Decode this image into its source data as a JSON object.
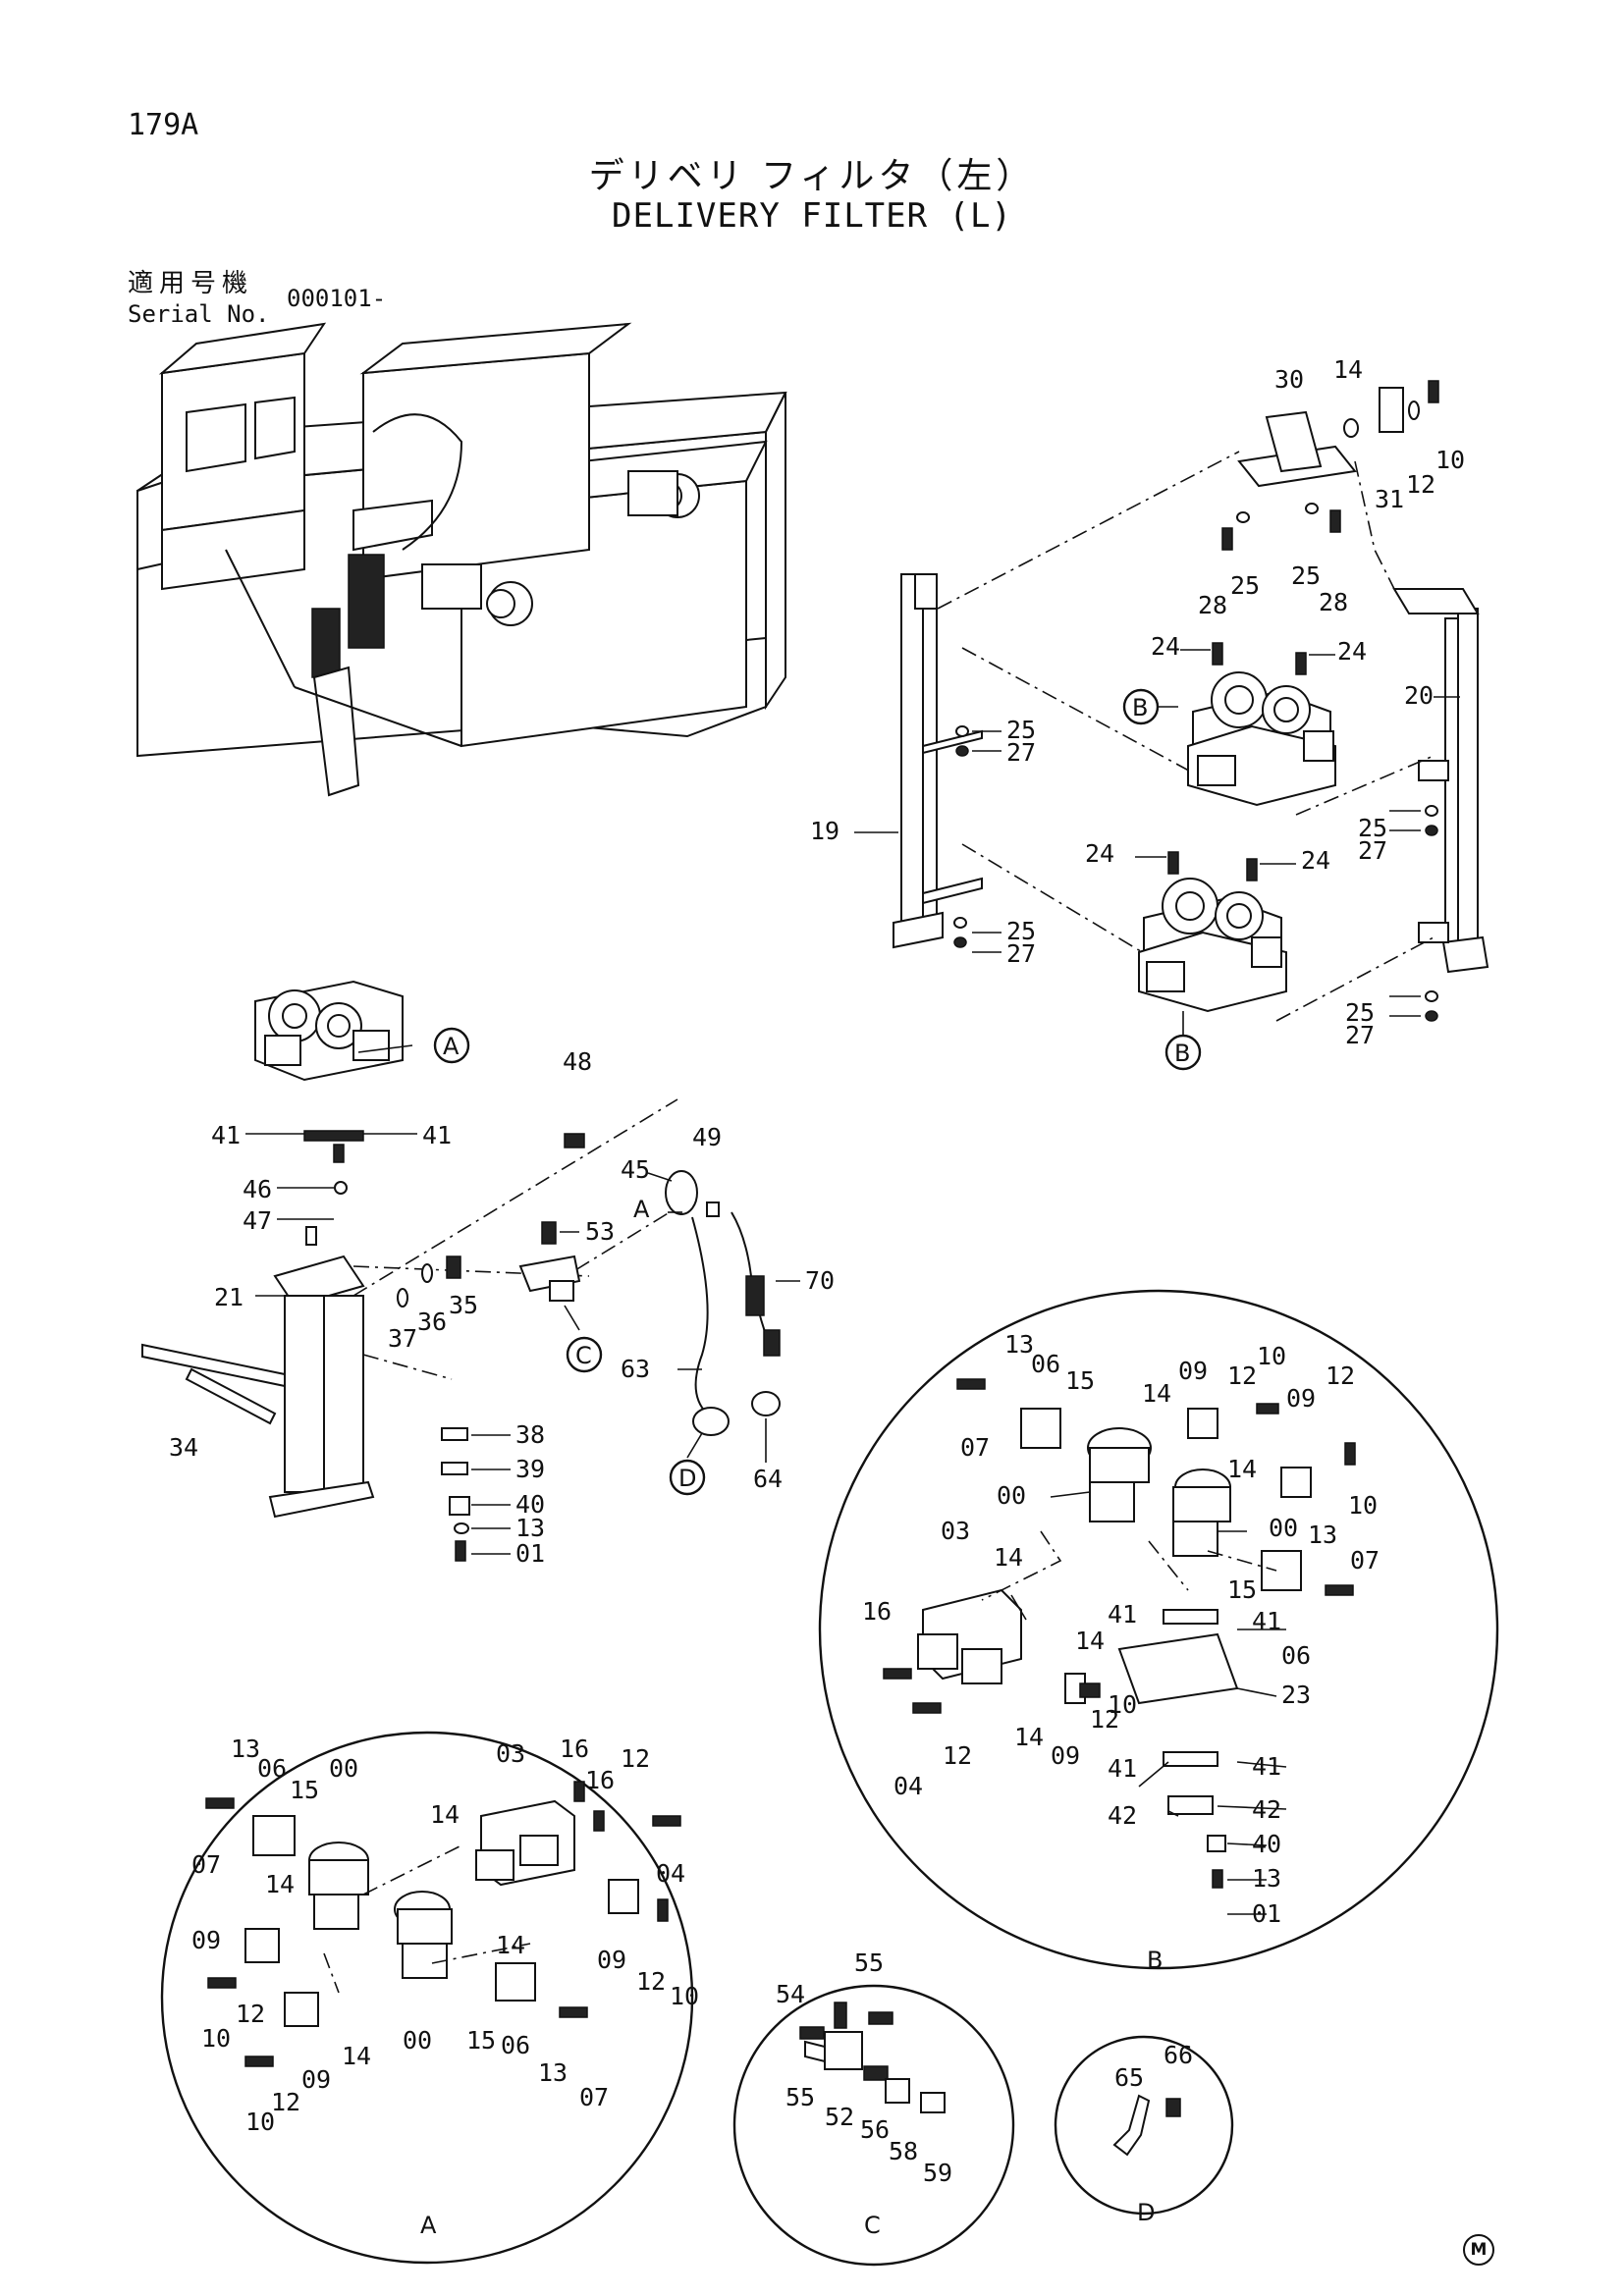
{
  "page": {
    "number": "179A",
    "title_jp": "デリベリ フィルタ（左）",
    "title_en": "DELIVERY FILTER (L)",
    "serial_label_jp": "適用号機",
    "serial_label_en": "Serial No.",
    "serial_value": "000101-",
    "mark": "M"
  },
  "callouts": {
    "main": [
      "30",
      "14",
      "10",
      "31",
      "12",
      "25",
      "25",
      "28",
      "28",
      "24",
      "24",
      "20",
      "19",
      "25",
      "27",
      "25",
      "27",
      "24",
      "24",
      "25",
      "27",
      "25",
      "27"
    ],
    "filter_assembly": [
      "41",
      "41",
      "46",
      "47",
      "21",
      "37",
      "36",
      "35",
      "34",
      "38",
      "39",
      "40",
      "13",
      "01",
      "48",
      "45",
      "53",
      "49",
      "70",
      "63",
      "64"
    ],
    "detail_a": [
      "13",
      "06",
      "00",
      "15",
      "07",
      "14",
      "09",
      "12",
      "10",
      "10",
      "12",
      "09",
      "14",
      "00",
      "15",
      "06",
      "13",
      "07",
      "03",
      "16",
      "16",
      "12",
      "04",
      "14",
      "14",
      "09",
      "12",
      "10"
    ],
    "detail_b": [
      "13",
      "06",
      "15",
      "07",
      "00",
      "09",
      "10",
      "12",
      "09",
      "12",
      "14",
      "14",
      "10",
      "00",
      "13",
      "07",
      "15",
      "06",
      "03",
      "16",
      "14",
      "14",
      "04",
      "12",
      "14",
      "09",
      "12",
      "10",
      "41",
      "41",
      "23",
      "41",
      "41",
      "42",
      "42",
      "40",
      "13",
      "01"
    ],
    "detail_c": [
      "54",
      "55",
      "55",
      "52",
      "56",
      "58",
      "59"
    ],
    "detail_d": [
      "65",
      "66"
    ]
  },
  "markers": {
    "A": "A",
    "B": "B",
    "C": "C",
    "D": "D",
    "detail_a_label": "A",
    "detail_b_label": "B",
    "detail_c_label": "C",
    "detail_d_label": "D"
  }
}
